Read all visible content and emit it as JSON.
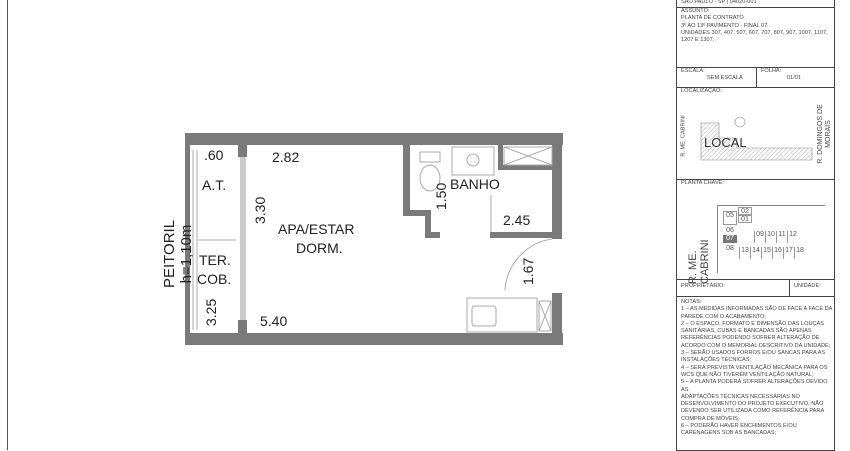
{
  "title_block": {
    "address": "SÃO PAULO - SP | 04020-001",
    "subject_label": "ASSUNTO:",
    "subject_lines": [
      "PLANTA DE CONTRATO",
      "3º AO 13º PAVIMENTO - FINAL 07",
      "UNIDADES 307, 407, 507, 607, 707, 807, 907, 1007, 1107,",
      "1207 E 1307."
    ],
    "scale_label": "ESCALA:",
    "scale_value": "SEM ESCALA",
    "sheet_label": "FOLHA:",
    "sheet_value": "01/01",
    "location_label": "LOCALIZAÇÃO:",
    "location_street_left": "R. ME. CABRINI",
    "location_street_right": "R. DOMINGOS DE MORAIS",
    "location_mark": "LOCAL",
    "key_plan_label": "PLANTA CHAVE:",
    "key_plan_street": "R. ME. CABRINI",
    "key_plan_units": [
      "05",
      "02",
      "01",
      "06",
      "07",
      "08",
      "09",
      "10",
      "11",
      "12",
      "13",
      "14",
      "15",
      "16",
      "17",
      "18"
    ],
    "key_plan_highlight": "07",
    "owner_label": "PROPRIETÁRIO:",
    "unit_label": "UNIDADE:",
    "notes_label": "NOTAS:",
    "notes": [
      "1 – AS MEDIDAS INFORMADAS SÃO DE FACE A FACE DA",
      "PAREDE COM O ACABAMENTO;",
      "2 – O ESPAÇO, FORMATO E DIMENSÃO DAS LOUÇAS",
      "SANITÁRIAS, CUBAS E BANCADAS SÃO APENAS",
      "REFERÊNCIAS PODENDO SOFRER ALTERAÇÃO DE",
      "ACORDO COM O MEMORIAL DESCRITIVO DA UNIDADE;",
      "3 – SERÃO USADOS FORROS E/OU SANCAS PARA AS",
      "INSTALAÇÕES TÉCNICAS;",
      "4 – SERÁ PREVISTA VENTILAÇÃO MECÂNICA PARA OS",
      "WCS QUE NÃO TIVEREM VENTILAÇÃO NATURAL;",
      "5 – A PLANTA PODERÁ SOFRER ALTERAÇÕES DEVIDO AS",
      "ADAPTAÇÕES TÉCNICAS NECESSÁRIAS NO",
      "DESENVOLVIMENTO DO PROJETO EXECUTIVO, NÃO",
      "DEVENDO SER UTILIZADA COMO REFERÊNCIA PARA",
      "COMPRA DE MÓVEIS;",
      "6 – PODERÃO HAVER ENCHIMENTOS E/OU",
      "CARENAGENS SOB AS BANCADAS;"
    ]
  },
  "plan": {
    "sill_note": "PEITORIL h=1,10m",
    "at_width": ".60",
    "at_label": "A.T.",
    "terrace_label_1": "TER.",
    "terrace_label_2": "COB.",
    "terrace_length": "3.25",
    "room_width_top": "2.82",
    "room_depth": "3.30",
    "room_label_1": "APA/ESTAR",
    "room_label_2": "DORM.",
    "room_width_bottom": "5.40",
    "bath_label": "BANHO",
    "bath_depth": "1.50",
    "bath_width": "2.45",
    "entry_width": "1.67"
  }
}
